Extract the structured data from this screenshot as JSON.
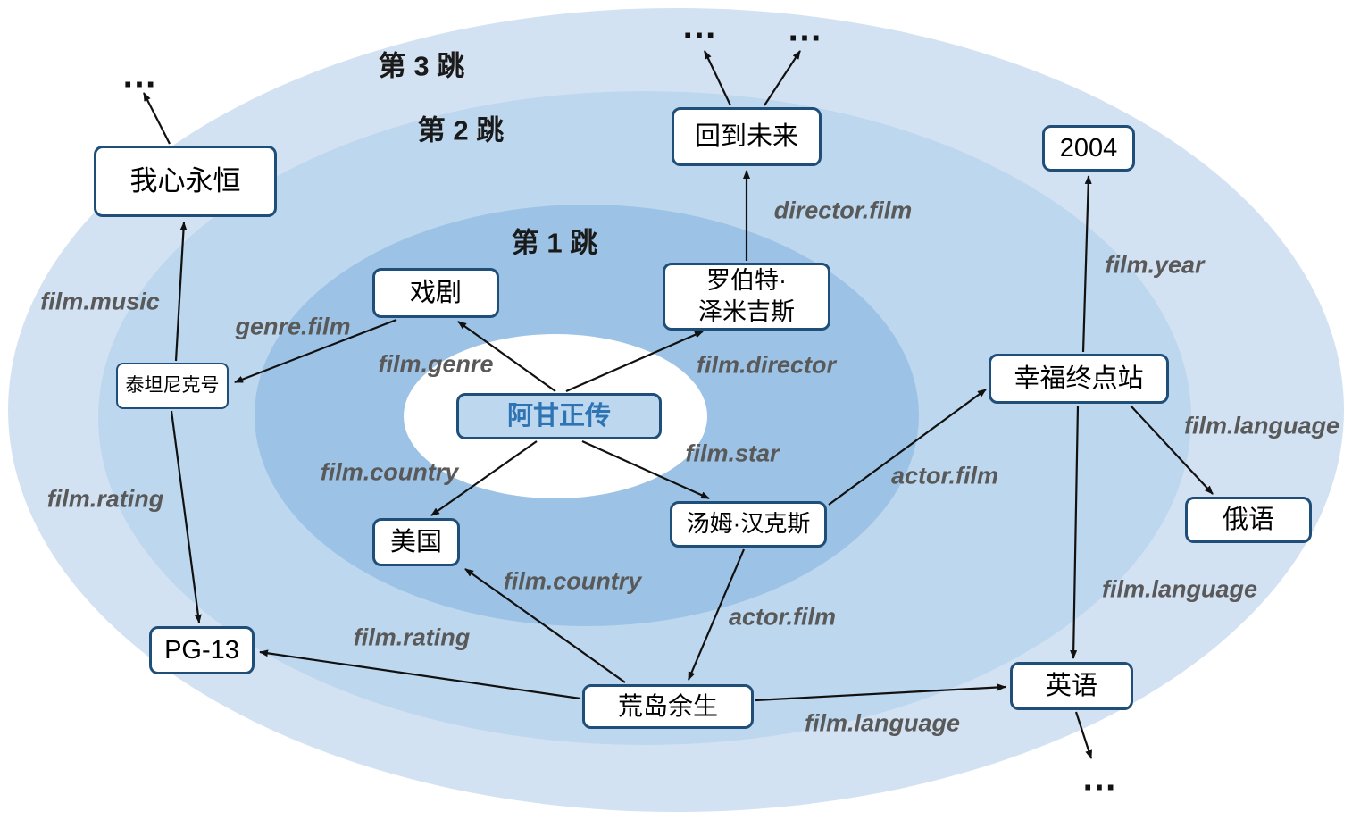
{
  "diagram": {
    "hop_labels": [
      {
        "id": "hop-1",
        "label": "第 1 跳"
      },
      {
        "id": "hop-2",
        "label": "第 2 跳"
      },
      {
        "id": "hop-3",
        "label": "第 3 跳"
      }
    ],
    "center_node": {
      "label": "阿甘正传"
    },
    "nodes": [
      {
        "id": "my-heart-will-go-on",
        "label": "我心永恒"
      },
      {
        "id": "back-to-the-future",
        "label": "回到未来"
      },
      {
        "id": "year-2004",
        "label": "2004"
      },
      {
        "id": "drama",
        "label": "戏剧"
      },
      {
        "id": "robert-zemeckis",
        "label": "罗伯特·泽米吉斯"
      },
      {
        "id": "titanic",
        "label": "泰坦尼克号"
      },
      {
        "id": "the-terminal",
        "label": "幸福终点站"
      },
      {
        "id": "russian",
        "label": "俄语"
      },
      {
        "id": "usa",
        "label": "美国"
      },
      {
        "id": "tom-hanks",
        "label": "汤姆·汉克斯"
      },
      {
        "id": "pg-13",
        "label": "PG-13"
      },
      {
        "id": "english",
        "label": "英语"
      },
      {
        "id": "cast-away",
        "label": "荒岛余生"
      }
    ],
    "edge_labels": [
      {
        "id": "film-music",
        "relation": "film.music"
      },
      {
        "id": "genre-film",
        "relation": "genre.film"
      },
      {
        "id": "film-genre",
        "relation": "film.genre"
      },
      {
        "id": "film-director",
        "relation": "film.director"
      },
      {
        "id": "director-film",
        "relation": "director.film"
      },
      {
        "id": "film-year",
        "relation": "film.year"
      },
      {
        "id": "film-language-russian",
        "relation": "film.language"
      },
      {
        "id": "film-country-usa",
        "relation": "film.country"
      },
      {
        "id": "film-star",
        "relation": "film.star"
      },
      {
        "id": "actor-film-terminal",
        "relation": "actor.film"
      },
      {
        "id": "film-rating-titanic",
        "relation": "film.rating"
      },
      {
        "id": "film-country-castaway",
        "relation": "film.country"
      },
      {
        "id": "actor-film-castaway",
        "relation": "actor.film"
      },
      {
        "id": "film-rating-castaway",
        "relation": "film.rating"
      },
      {
        "id": "film-language-castaway",
        "relation": "film.language"
      },
      {
        "id": "film-language-english",
        "relation": "film.language"
      }
    ],
    "ellipsis_glyph": "…"
  },
  "colors": {
    "ring_hop3": "#d3e2f3",
    "ring_hop2": "#bdd7ee",
    "ring_hop1": "#9cc3e6",
    "center_halo": "#ffffff",
    "node_border": "#1f4e79",
    "node_fill": "#ffffff",
    "node_text": "#000000",
    "center_node_fill": "#bdd7ee",
    "center_node_text": "#2e74b5",
    "edge_label_text": "#595959",
    "arrow_color": "#111111"
  }
}
